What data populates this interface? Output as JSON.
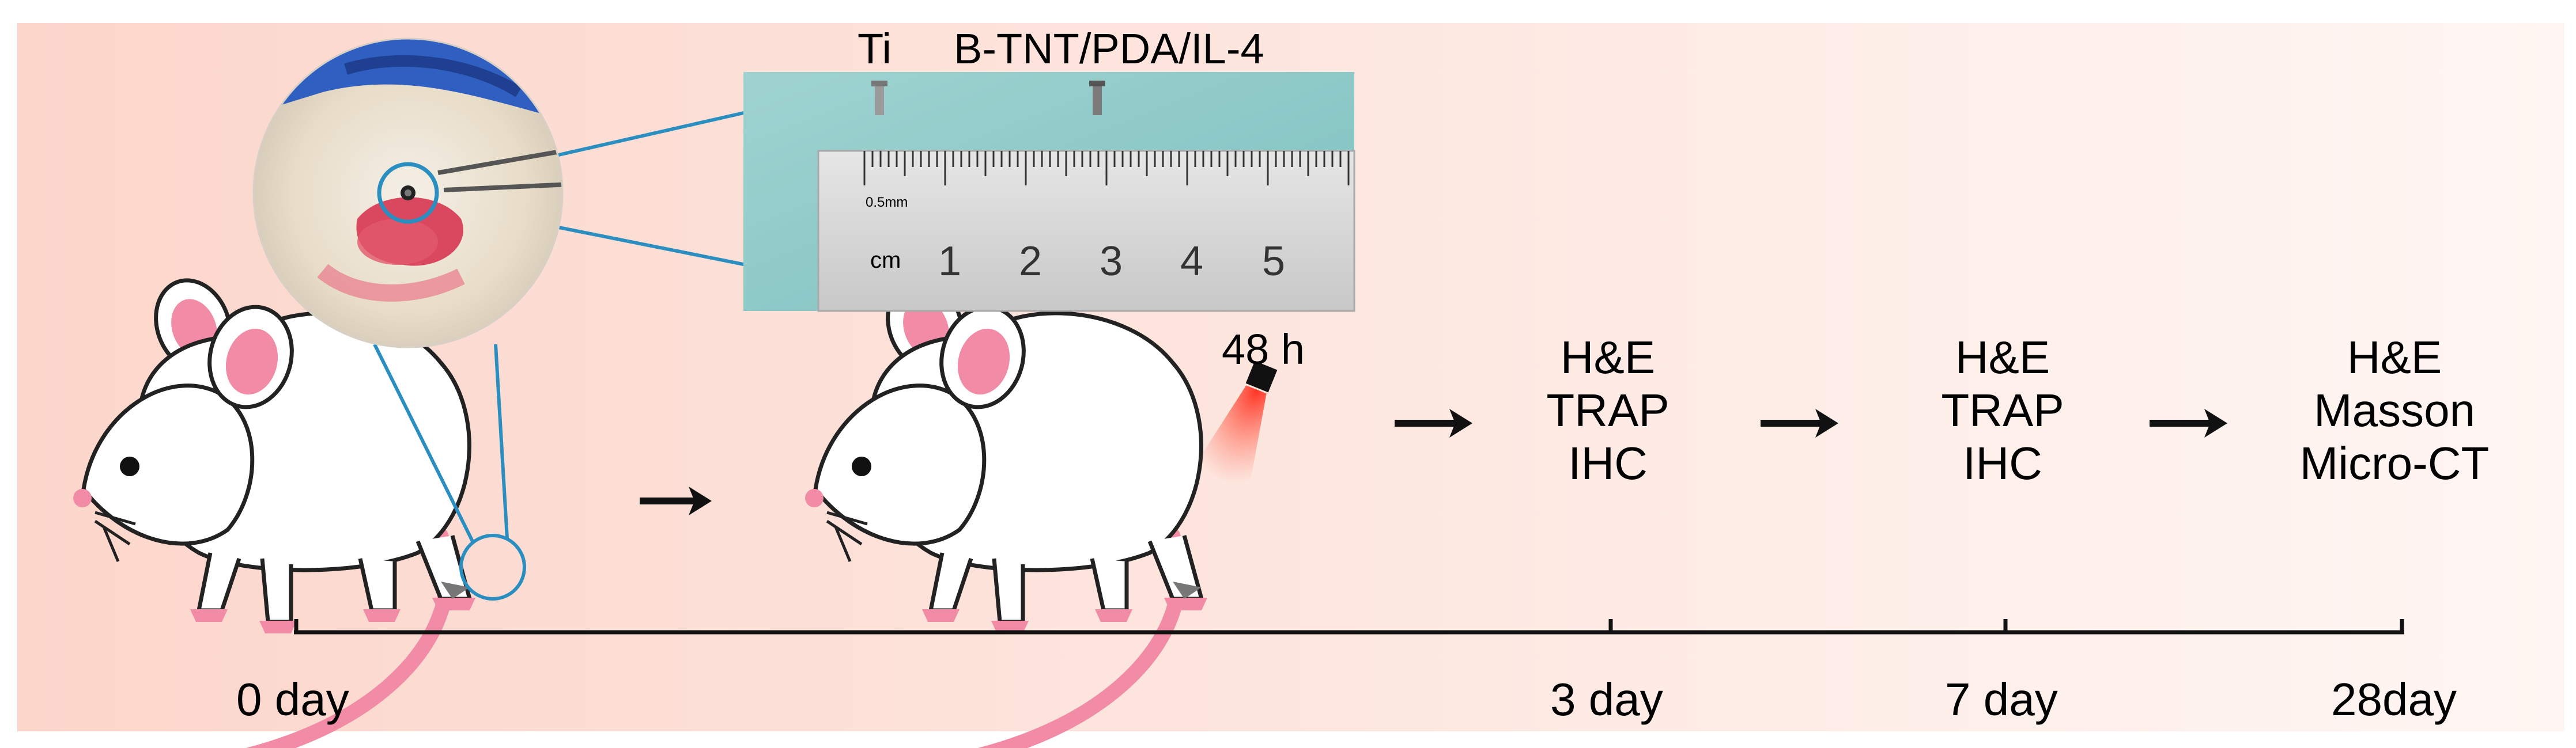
{
  "photo": {
    "label_left": "Ti",
    "label_right": "B-TNT/PDA/IL-4",
    "ruler_scale": "0.5mm",
    "ruler_unit": "cm",
    "ruler_numbers": [
      "1",
      "2",
      "3",
      "4",
      "5"
    ]
  },
  "irradiation": {
    "time": "48 h"
  },
  "stages": [
    {
      "items": [
        "H&E",
        "TRAP",
        "IHC"
      ],
      "day": "3 day"
    },
    {
      "items": [
        "H&E",
        "TRAP",
        "IHC"
      ],
      "day": "7 day"
    },
    {
      "items": [
        "H&E",
        "Masson",
        "Micro-CT"
      ],
      "day": "28day"
    }
  ],
  "start_day": "0 day",
  "arrow_glyph": "→",
  "colors": {
    "background_warm": "#fde0d8",
    "mouse_pink": "#f28ba6",
    "leader_line": "#2a8fc0",
    "laser": "#e8322a"
  }
}
